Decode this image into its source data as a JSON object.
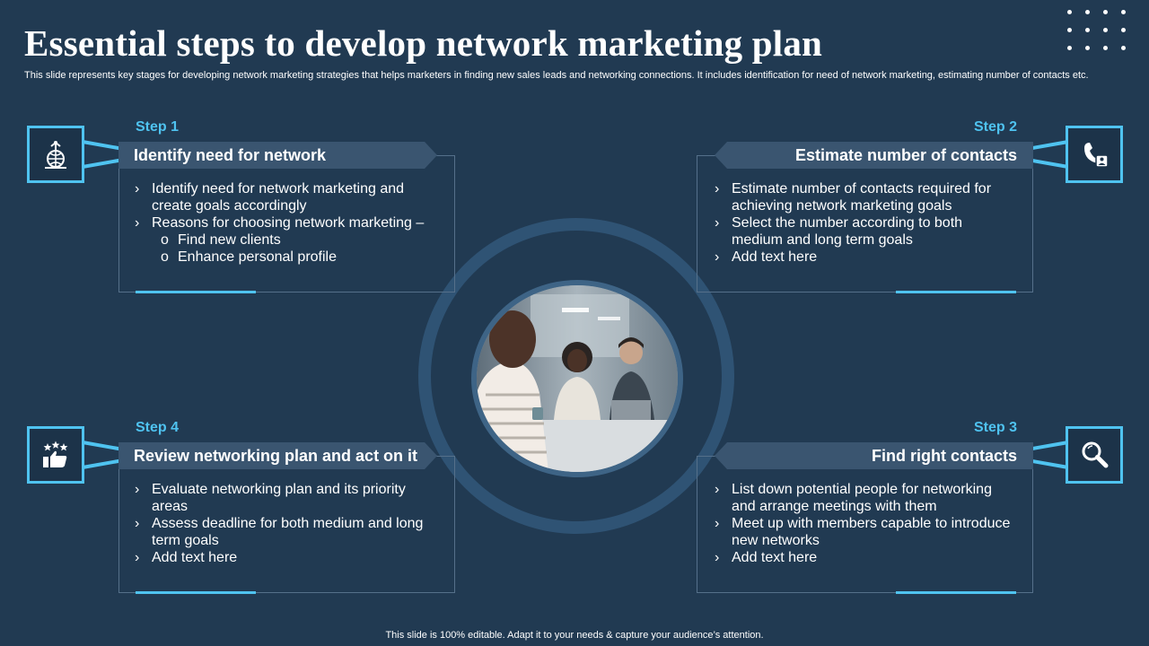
{
  "header": {
    "title": "Essential steps to develop network marketing plan",
    "subtitle": "This slide represents key stages for developing network marketing strategies that helps marketers in finding new sales leads and networking connections. It includes identification for need of network marketing, estimating number of contacts etc."
  },
  "footer": {
    "text": "This slide is 100% editable. Adapt it to your needs & capture your audience’s attention."
  },
  "colors": {
    "background": "#213a52",
    "accent": "#4fc3f0",
    "banner": "#3a5570",
    "ring": "#2f5374"
  },
  "steps": {
    "step1": {
      "label": "Step 1",
      "heading": "Identify need for network",
      "icon": "network-globe-icon",
      "b1": "Identify  need for network marketing and",
      "b1_cont": "create goals accordingly",
      "b2": "Reasons for choosing network marketing –",
      "s1": "Find new clients",
      "s2": "Enhance personal profile"
    },
    "step2": {
      "label": "Step 2",
      "heading": "Estimate number of contacts",
      "icon": "phone-contact-icon",
      "b1": "Estimate number of contacts required for",
      "b1_cont": "achieving network marketing goals",
      "b2": "Select the number according to both",
      "b2_cont": "medium and long term goals",
      "b3": "Add text here"
    },
    "step3": {
      "label": "Step 3",
      "heading": "Find right contacts",
      "icon": "magnifier-icon",
      "b1": "List down potential people for networking",
      "b1_cont": "and arrange meetings with them",
      "b2": "Meet up with members capable to introduce",
      "b2_cont": "new networks",
      "b3": "Add text here"
    },
    "step4": {
      "label": "Step 4",
      "heading": "Review networking plan and act on it",
      "icon": "thumbs-up-stars-icon",
      "b1": "Evaluate networking plan and its priority",
      "b1_cont": "areas",
      "b2": "Assess deadline for both medium and long",
      "b2_cont": "term goals",
      "b3": "Add text here"
    }
  }
}
